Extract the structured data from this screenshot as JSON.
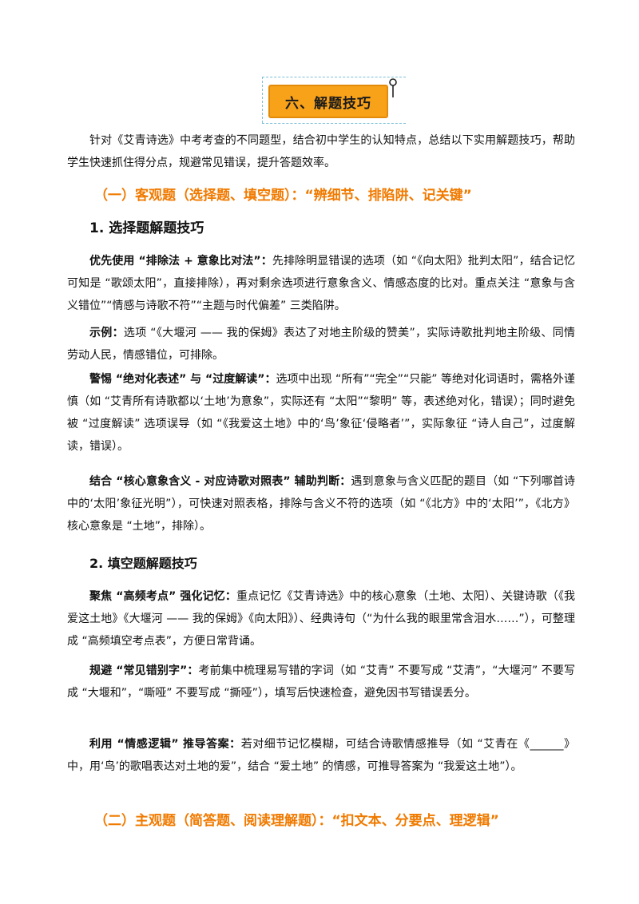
{
  "section_badge": {
    "label": "六、解题技巧"
  },
  "intro": "针对《艾青诗选》中考考查的不同题型，结合初中学生的认知特点，总结以下实用解题技巧，帮助学生快速抓住得分点，规避常见错误，提升答题效率。",
  "part1": {
    "heading": "（一）客观题（选择题、填空题）：“辨细节、排陷阱、记关键”",
    "sub1": {
      "heading": "1. 选择题解题技巧",
      "p1": {
        "lead": "优先使用 “排除法 + 意象比对法”：",
        "body": "先排除明显错误的选项（如 “《向太阳》批判太阳”，结合记忆可知是 “歌颂太阳”，直接排除），再对剩余选项进行意象含义、情感态度的比对。重点关注 “意象与含义错位”“情感与诗歌不符”“主题与时代偏差” 三类陷阱。"
      },
      "p2": {
        "lead": "示例：",
        "body": "选项 “《大堰河 —— 我的保姆》表达了对地主阶级的赞美”，实际诗歌批判地主阶级、同情劳动人民，情感错位，可排除。"
      },
      "p3": {
        "lead": "警惕 “绝对化表述” 与 “过度解读”：",
        "body": "选项中出现 “所有”“完全”“只能” 等绝对化词语时，需格外谨慎（如 “艾青所有诗歌都以‘土地’为意象”，实际还有 “太阳”“黎明” 等，表述绝对化，错误）；同时避免被 “过度解读” 选项误导（如 “《我爱这土地》中的‘鸟’象征‘侵略者’”，实际象征 “诗人自己”，过度解读，错误）。"
      },
      "p4": {
        "lead": "结合 “核心意象含义 - 对应诗歌对照表” 辅助判断：",
        "body": "遇到意象与含义匹配的题目（如 “下列哪首诗中的‘太阳’象征光明”），可快速对照表格，排除与含义不符的选项（如 “《北方》中的‘太阳’”，《北方》核心意象是 “土地”，排除）。"
      }
    },
    "sub2": {
      "heading": "2. 填空题解题技巧",
      "p1": {
        "lead": "聚焦 “高频考点” 强化记忆：",
        "body": "重点记忆《艾青诗选》中的核心意象（土地、太阳）、关键诗歌（《我爱这土地》《大堰河 —— 我的保姆》《向太阳》）、经典诗句（“为什么我的眼里常含泪水……”），可整理成 “高频填空考点表”，方便日常背诵。"
      },
      "p2": {
        "lead": "规避 “常见错别字”：",
        "body": "考前集中梳理易写错的字词（如 “艾青” 不要写成 “艾清”，“大堰河” 不要写成 “大堰和”，“嘶哑” 不要写成 “撕哑”），填写后快速检查，避免因书写错误丢分。"
      },
      "p3": {
        "lead": "利用 “情感逻辑” 推导答案：",
        "body": "若对细节记忆模糊，可结合诗歌情感推导（如 “艾青在《______》中，用‘鸟’的歌唱表达对土地的爱”，结合 “爱土地” 的情感，可推导答案为 “我爱这土地”）。"
      }
    }
  },
  "part2": {
    "heading": "（二）主观题（简答题、阅读理解题）：“扣文本、分要点、理逻辑”"
  },
  "colors": {
    "accent_orange": "#f07a00",
    "badge_fill": "#f8a21a"
  }
}
